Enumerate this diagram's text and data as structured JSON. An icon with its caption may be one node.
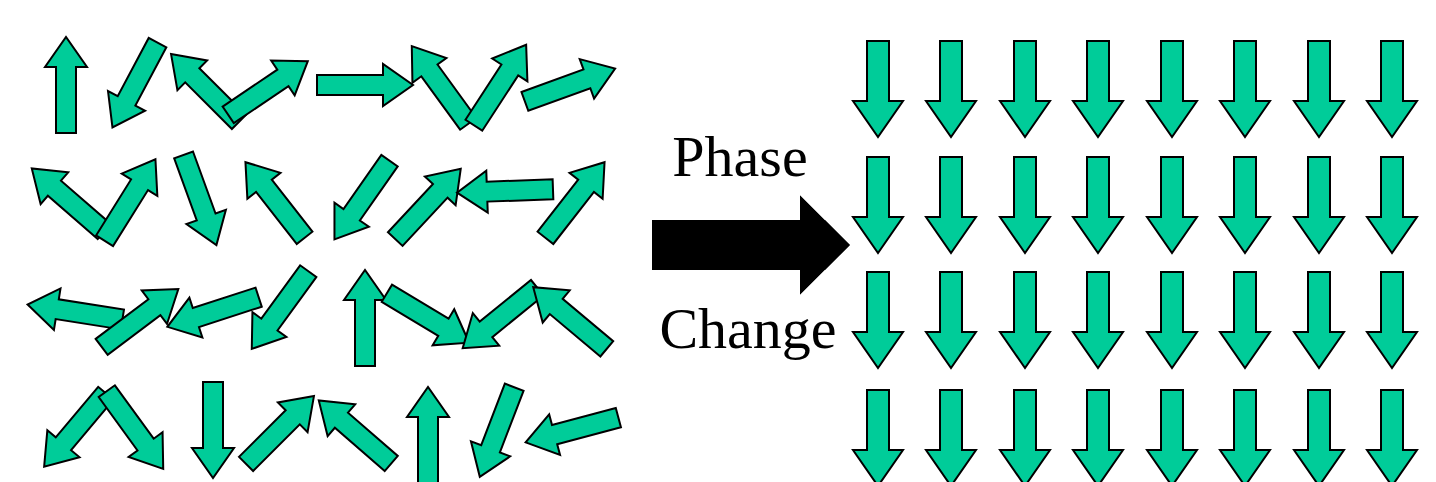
{
  "diagram": {
    "nodes": [
      {
        "text": [],
        "shape": "picture"
      },
      {
        "text": [],
        "shape": "picture"
      }
    ],
    "edges": [
      {
        "from": 0,
        "to": 1,
        "arrow": "to"
      }
    ],
    "labels": [
      "Phase",
      "Change"
    ]
  }
}
